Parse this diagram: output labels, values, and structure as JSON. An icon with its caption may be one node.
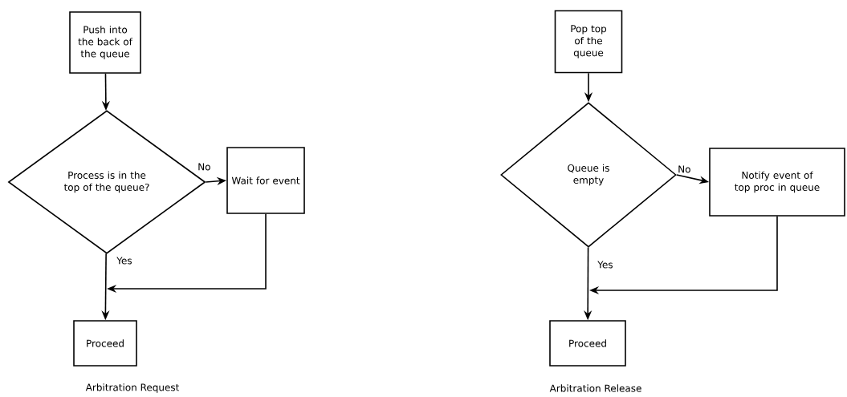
{
  "diagram": {
    "nodes": [
      {
        "text": [
          "Push into the back of the queue"
        ]
      },
      {
        "text": [
          "Process is in the top of the queue?"
        ]
      },
      {
        "text": [
          "Wait for event"
        ]
      },
      {
        "text": [
          "Proceed"
        ]
      },
      {
        "text": [
          "Pop top of the queue"
        ]
      },
      {
        "text": [
          "Queue is empty"
        ]
      },
      {
        "text": [
          "Notify event of top proc in queue"
        ]
      },
      {
        "text": [
          "Proceed"
        ]
      }
    ],
    "edges": [
      {
        "from": 0,
        "to": 1,
        "arrow": "to"
      },
      {
        "from": 1,
        "to": 2,
        "arrow": "to",
        "label": "No"
      },
      {
        "from": 1,
        "to": 3,
        "arrow": "to",
        "label": "Yes"
      },
      {
        "from": 2,
        "to": 3,
        "arrow": "to"
      },
      {
        "from": 4,
        "to": 5,
        "arrow": "to"
      },
      {
        "from": 5,
        "to": 6,
        "arrow": "to",
        "label": "No"
      },
      {
        "from": 5,
        "to": 7,
        "arrow": "to",
        "label": "Yes"
      },
      {
        "from": 6,
        "to": 7,
        "arrow": "to"
      }
    ],
    "labels": [
      "Arbitration Request",
      "Arbitration Release"
    ]
  }
}
